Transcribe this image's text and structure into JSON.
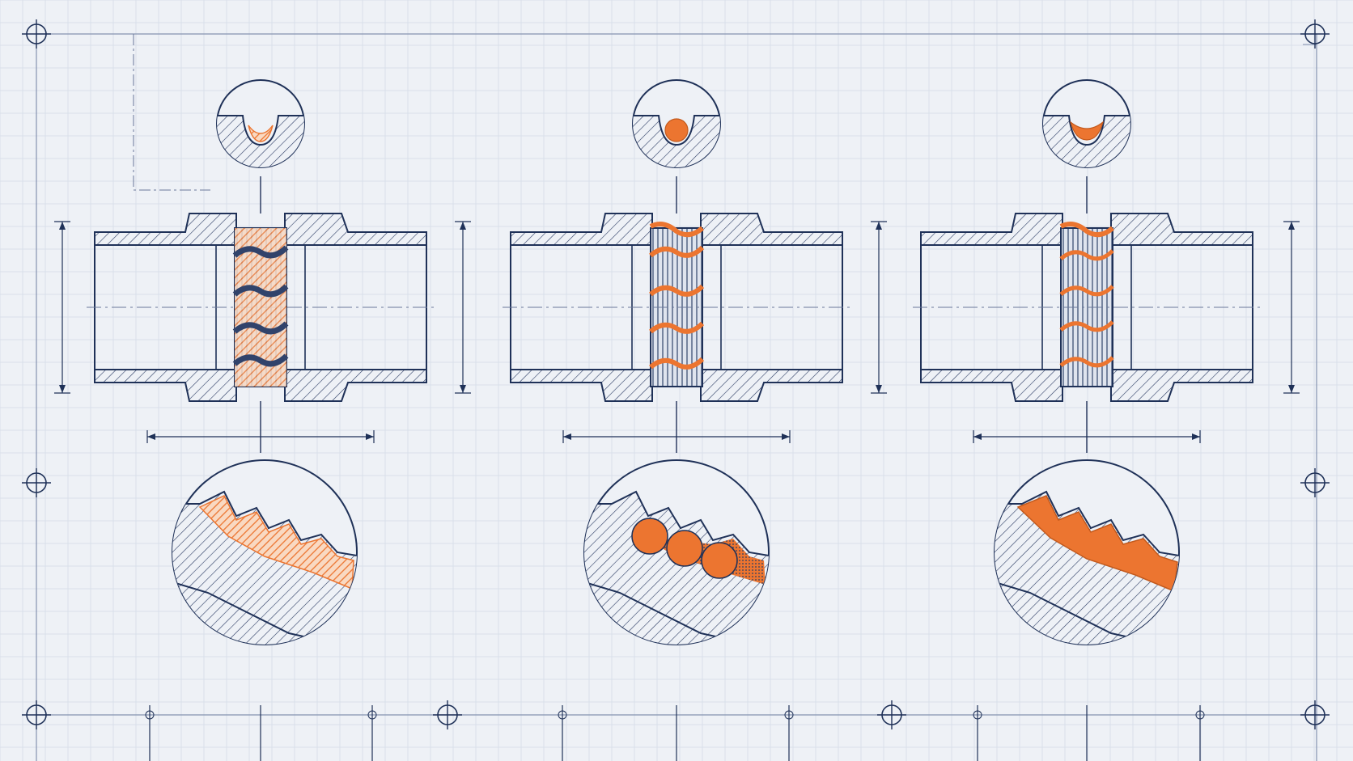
{
  "colors": {
    "paper": "#eef1f6",
    "grid": "#d9dfea",
    "ink": "#1f3158",
    "faint_ink": "#8593b0",
    "accent": "#ec7530"
  },
  "panels": [
    {
      "id": "tape",
      "sealant": "ptfe-tape",
      "top_detail": "tape-wrapped-groove",
      "bottom_detail": "tape-layer-between-threads"
    },
    {
      "id": "cord",
      "sealant": "sealing-cord",
      "top_detail": "cord-in-groove",
      "bottom_detail": "cord-between-threads"
    },
    {
      "id": "paste",
      "sealant": "anaerobic-paste",
      "top_detail": "paste-filled-groove",
      "bottom_detail": "paste-filling-threads"
    }
  ]
}
